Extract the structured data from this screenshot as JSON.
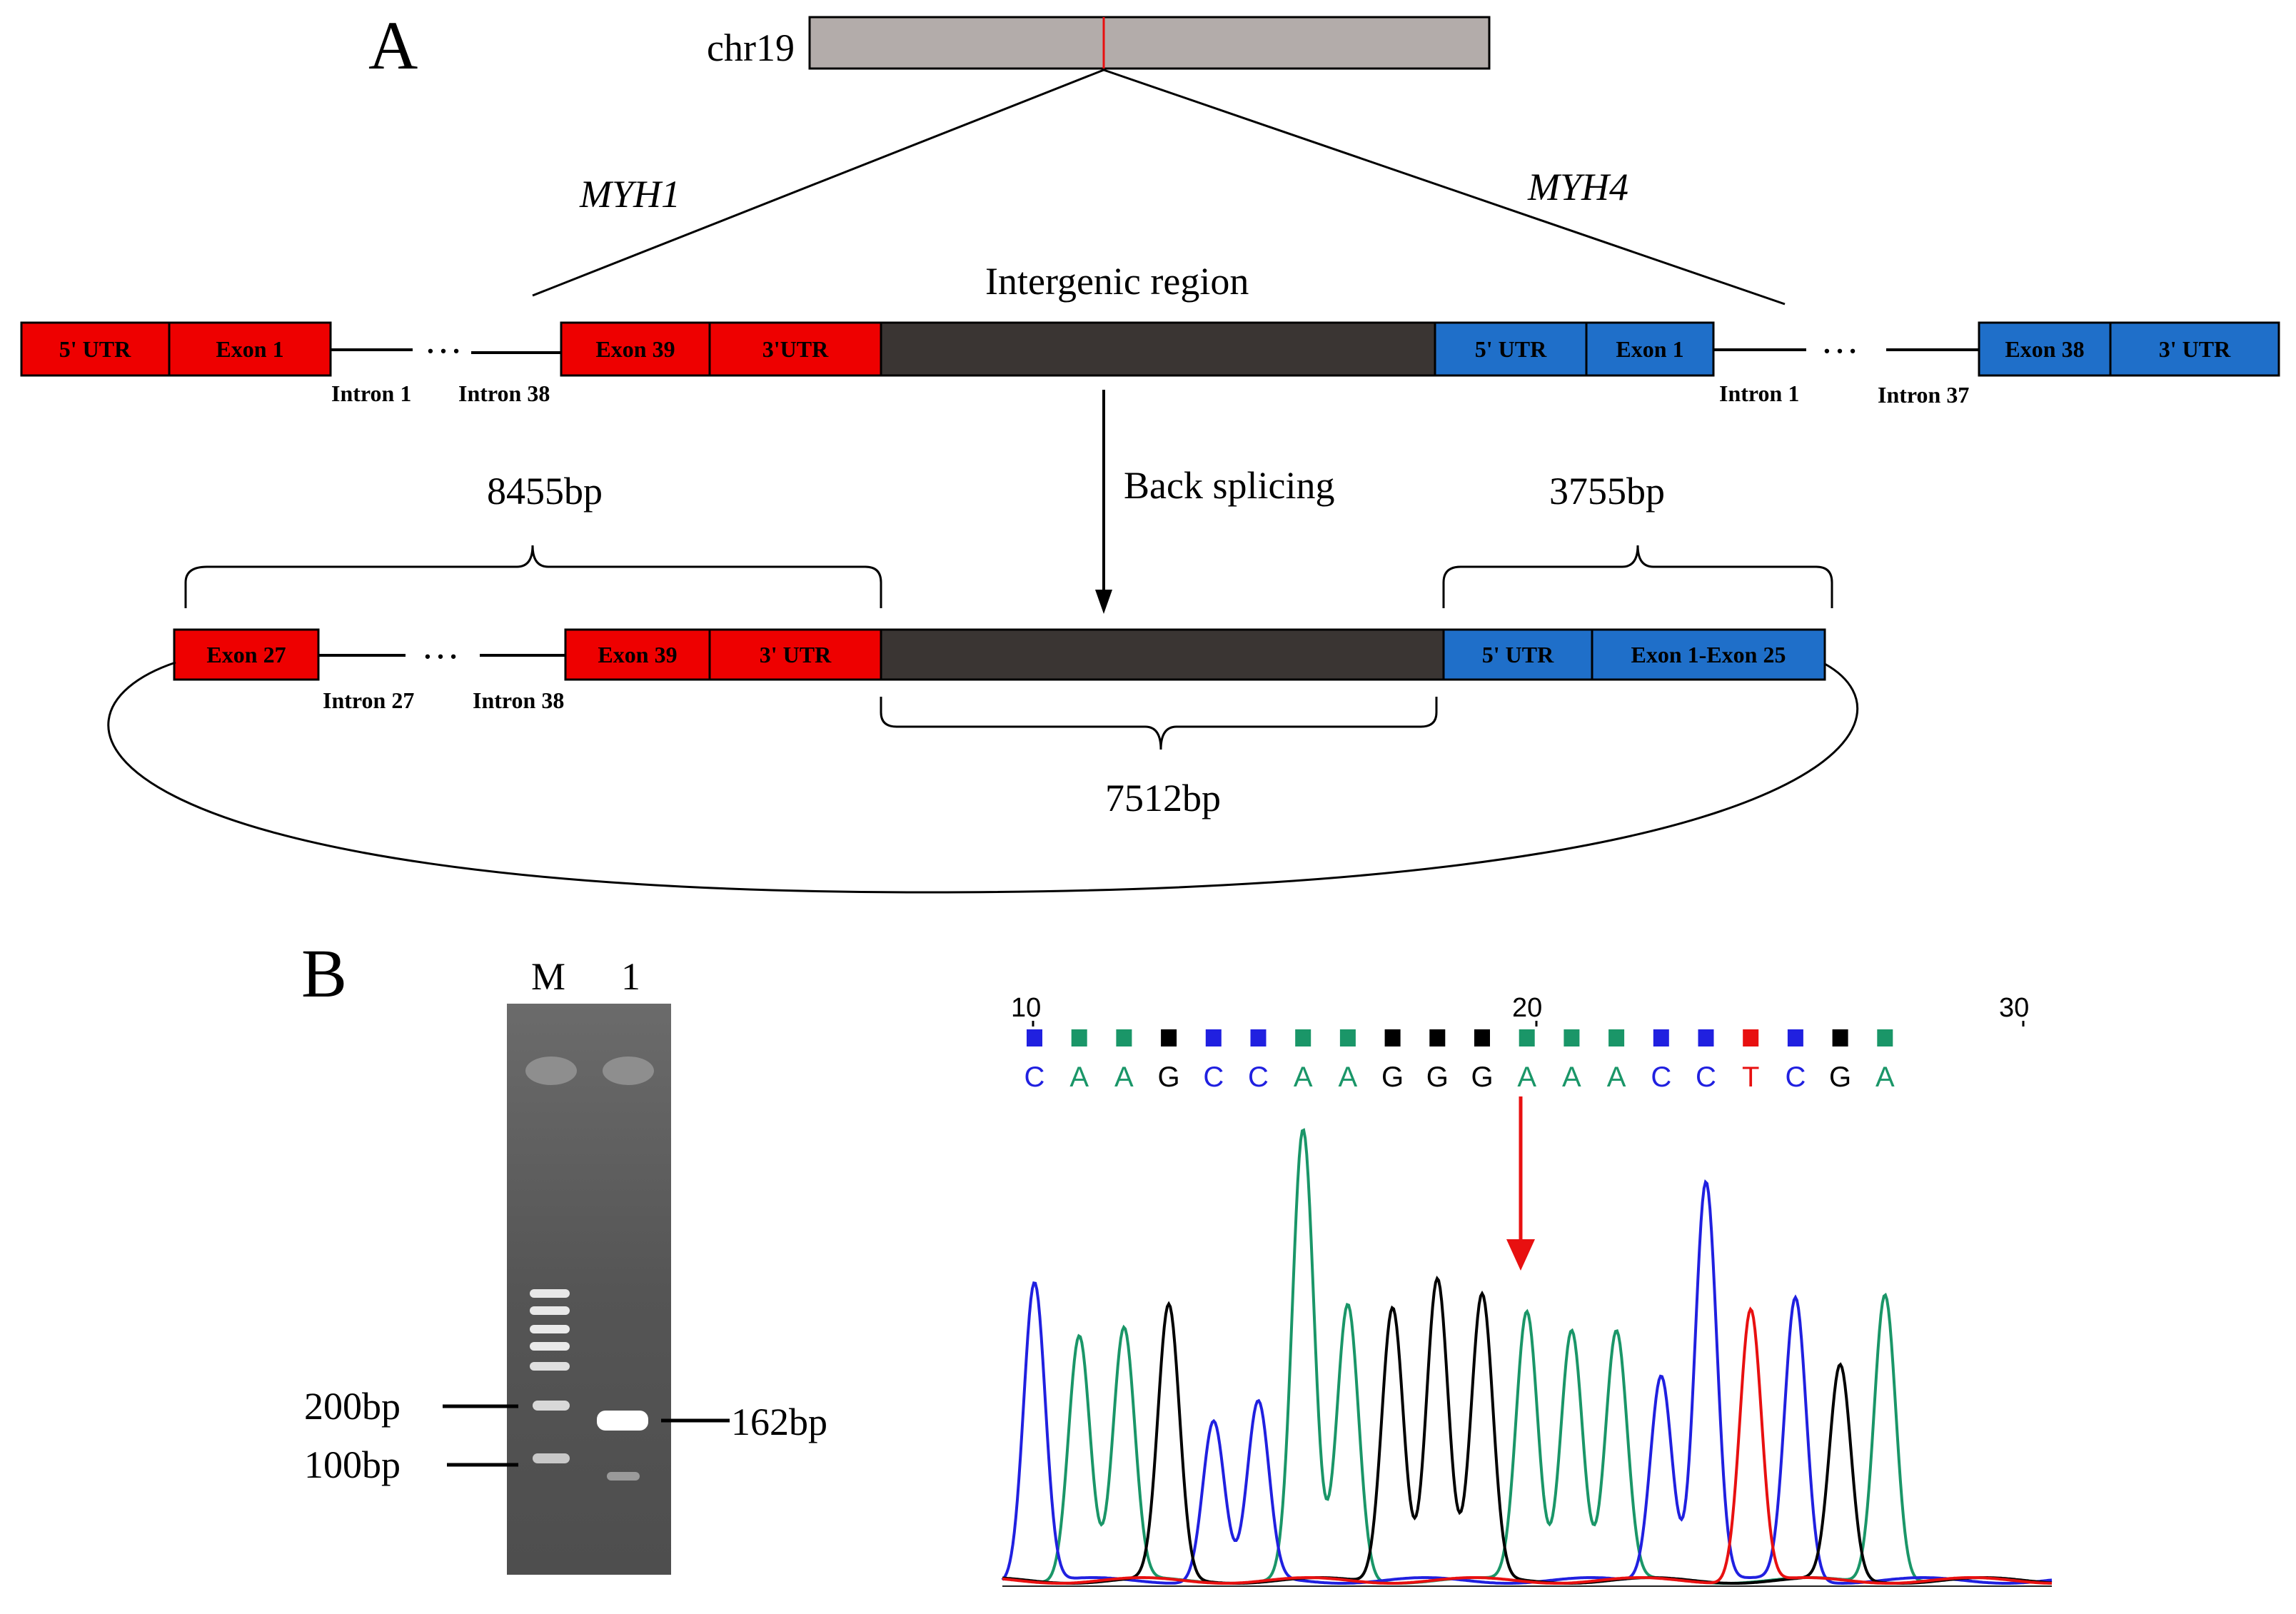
{
  "panels": {
    "a": "A",
    "b": "B"
  },
  "chromosome": {
    "label": "chr19"
  },
  "genes": {
    "left": "MYH1",
    "right": "MYH4"
  },
  "intergenic_label": "Intergenic region",
  "back_splicing_label": "Back splicing",
  "top_row": {
    "myh1_left": [
      "5' UTR",
      "Exon 1"
    ],
    "myh1_right": [
      "Exon 39",
      "3'UTR"
    ],
    "myh4_left": [
      "5' UTR",
      "Exon 1"
    ],
    "myh4_right": [
      "Exon 38",
      "3' UTR"
    ],
    "introns": [
      "Intron 1",
      "Intron 38",
      "Intron 1",
      "Intron 37"
    ],
    "ellipsis": "…"
  },
  "circ_row": {
    "left": "Exon 27",
    "myh1": [
      "Exon 39",
      "3' UTR"
    ],
    "myh4": [
      "5' UTR",
      "Exon 1-Exon 25"
    ],
    "introns": [
      "Intron 27",
      "Intron 38"
    ],
    "ellipsis": "…"
  },
  "sizes": {
    "left": "8455bp",
    "right": "3755bp",
    "middle": "7512bp"
  },
  "gel": {
    "lanes": [
      "M",
      "1"
    ],
    "markers": [
      "200bp",
      "100bp"
    ],
    "product": "162bp"
  },
  "sequence": {
    "start_position": "10",
    "mid_position": "20",
    "end_position": "30",
    "bases": [
      "C",
      "A",
      "A",
      "G",
      "C",
      "C",
      "A",
      "A",
      "G",
      "G",
      "G",
      "A",
      "A",
      "A",
      "C",
      "C",
      "T",
      "C",
      "G",
      "A"
    ],
    "junction_index": 10
  },
  "colors": {
    "myh1": "#ee0000",
    "myh4": "#1f6fc9",
    "intergenic": "#3a3533",
    "chromosome": "#b3acaa",
    "base_A": "#1a9668",
    "base_C": "#2020e0",
    "base_G": "#000000",
    "base_T": "#e81010",
    "arrow": "#e81010"
  }
}
